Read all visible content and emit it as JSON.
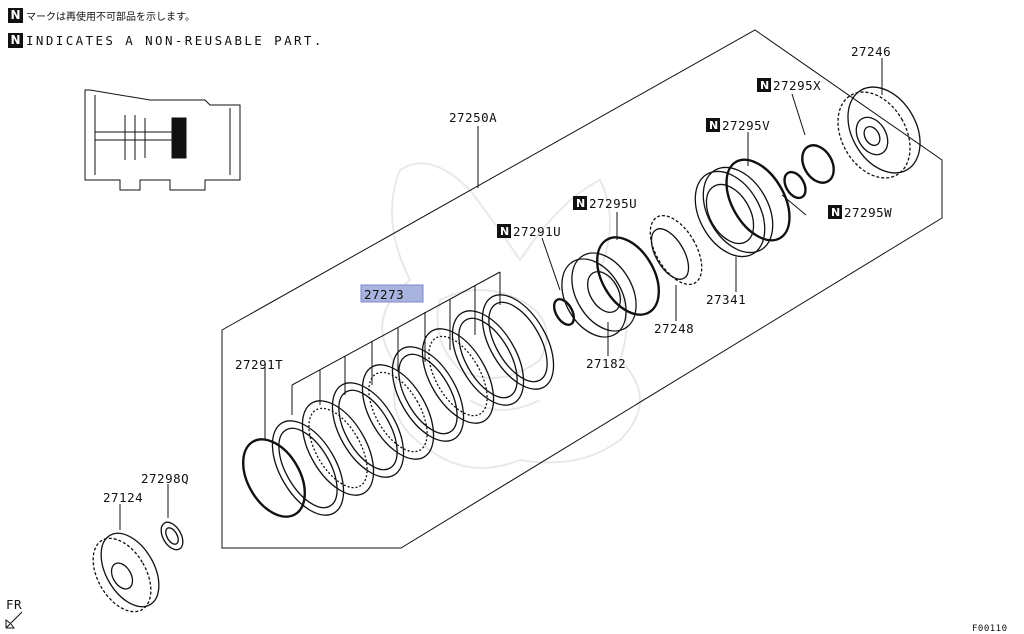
{
  "legend": {
    "badge": "N",
    "japanese": "マークは再使用不可部品を示します。",
    "english": "INDICATES A NON-REUSABLE PART."
  },
  "parts": {
    "p27250A": "27250A",
    "p27246": "27246",
    "p27295X": "27295X",
    "p27295V": "27295V",
    "p27295U": "27295U",
    "p27295W": "27295W",
    "p27291U": "27291U",
    "p27273": "27273",
    "p27341": "27341",
    "p27248": "27248",
    "p27182": "27182",
    "p27291T": "27291T",
    "p27298Q": "27298Q",
    "p27124": "27124"
  },
  "highlight_color": "#a9b3e0",
  "direction_label": "FR",
  "figure_code": "F00110"
}
